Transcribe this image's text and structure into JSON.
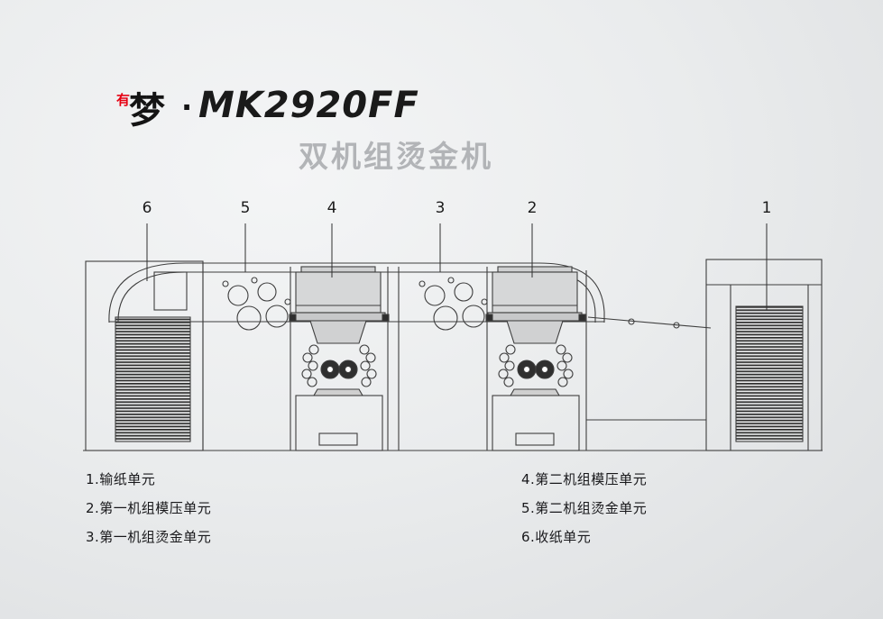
{
  "page": {
    "background_light": "#f4f5f6",
    "background_dark": "#dcdee0"
  },
  "title": {
    "you": "有",
    "meng": "梦",
    "dot": "·",
    "model": "MK2920FF",
    "subtitle": "双机组烫金机",
    "accent_red": "#e60012",
    "text_dark": "#141414",
    "subtitle_gray": "#b2b4b7"
  },
  "callouts": [
    {
      "label": "6"
    },
    {
      "label": "5"
    },
    {
      "label": "4"
    },
    {
      "label": "3"
    },
    {
      "label": "2"
    },
    {
      "label": "1"
    }
  ],
  "legend": {
    "column_left": [
      {
        "text": "1.输纸单元"
      },
      {
        "text": "2.第一机组模压单元"
      },
      {
        "text": "3.第一机组烫金单元"
      }
    ],
    "column_right": [
      {
        "text": "4.第二机组模压单元"
      },
      {
        "text": "5.第二机组烫金单元"
      },
      {
        "text": "6.收纸单元"
      }
    ]
  },
  "machine": {
    "line_color": "#3e3e3e",
    "fill_light": "#d6d7d8",
    "stripe_color": "#2e2e2e"
  }
}
